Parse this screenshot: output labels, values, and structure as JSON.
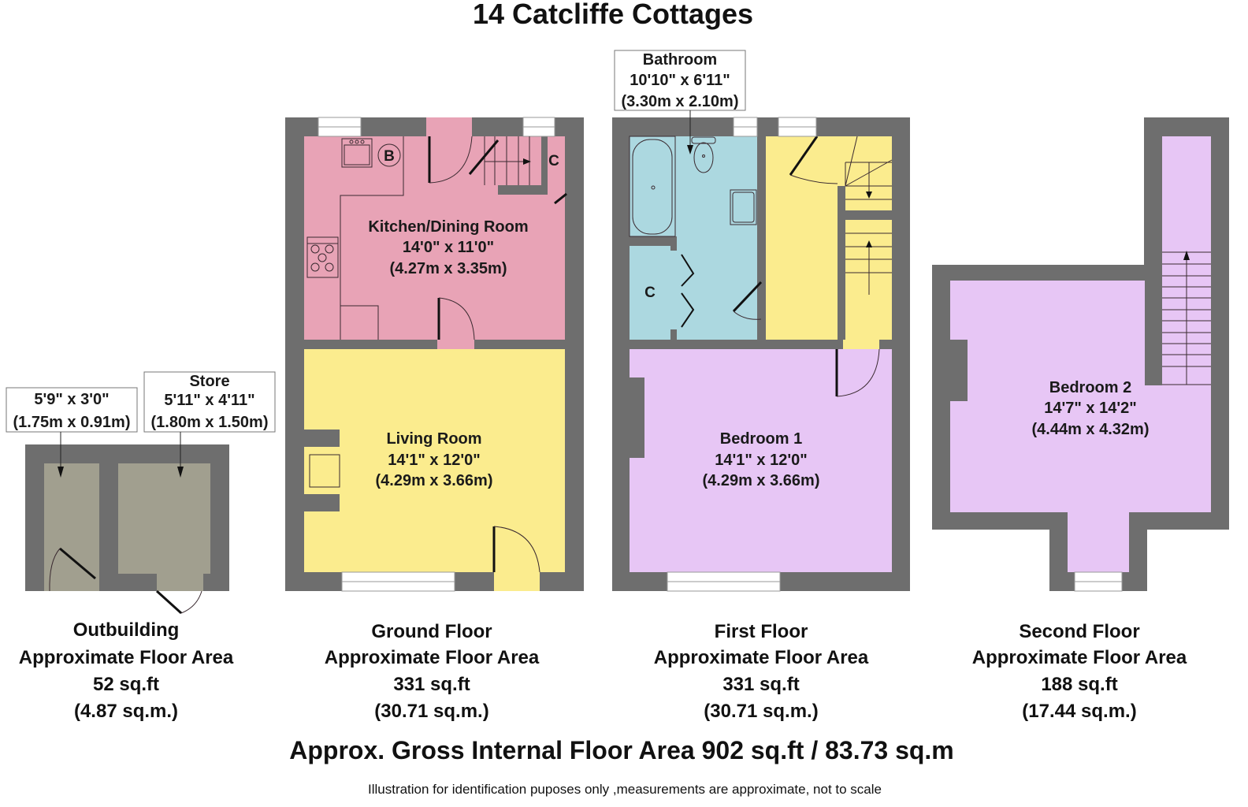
{
  "title": "14 Catcliffe Cottages",
  "colors": {
    "wall": "#6e6e6e",
    "kitchen": "#e8a3b6",
    "living": "#fbec8e",
    "bathroom": "#acd8e0",
    "bedroom": "#e7c6f5",
    "outbuilding": "#a19f8f"
  },
  "floors": [
    {
      "id": "outbuilding",
      "caption": {
        "name": "Outbuilding",
        "label": "Approximate Floor Area",
        "sqft": "52 sq.ft",
        "sqm": "(4.87 sq.m.)"
      },
      "rooms": [
        {
          "name": "",
          "imperial": "5'9\" x 3'0\"",
          "metric": "(1.75m x 0.91m)"
        },
        {
          "name": "Store",
          "imperial": "5'11\" x 4'11\"",
          "metric": "(1.80m x 1.50m)"
        }
      ]
    },
    {
      "id": "ground",
      "caption": {
        "name": "Ground Floor",
        "label": "Approximate Floor Area",
        "sqft": "331 sq.ft",
        "sqm": "(30.71 sq.m.)"
      },
      "rooms": [
        {
          "name": "Kitchen/Dining Room",
          "imperial": "14'0\" x 11'0\"",
          "metric": "(4.27m x 3.35m)"
        },
        {
          "name": "Living Room",
          "imperial": "14'1\" x 12'0\"",
          "metric": "(4.29m x 3.66m)"
        }
      ],
      "markers": {
        "boiler": "B",
        "cupboard": "C"
      }
    },
    {
      "id": "first",
      "caption": {
        "name": "First Floor",
        "label": "Approximate Floor Area",
        "sqft": "331 sq.ft",
        "sqm": "(30.71 sq.m.)"
      },
      "rooms": [
        {
          "name": "Bathroom",
          "imperial": "10'10\" x 6'11\"",
          "metric": "(3.30m x 2.10m)"
        },
        {
          "name": "Bedroom 1",
          "imperial": "14'1\" x 12'0\"",
          "metric": "(4.29m x 3.66m)"
        }
      ],
      "markers": {
        "cupboard": "C"
      }
    },
    {
      "id": "second",
      "caption": {
        "name": "Second Floor",
        "label": "Approximate Floor Area",
        "sqft": "188 sq.ft",
        "sqm": "(17.44 sq.m.)"
      },
      "rooms": [
        {
          "name": "Bedroom 2",
          "imperial": "14'7\" x 14'2\"",
          "metric": "(4.44m x 4.32m)"
        }
      ]
    }
  ],
  "gross_area": "Approx. Gross Internal Floor Area 902 sq.ft / 83.73 sq.m",
  "disclaimer": "Illustration for identification puposes only ,measurements are approximate, not to scale"
}
